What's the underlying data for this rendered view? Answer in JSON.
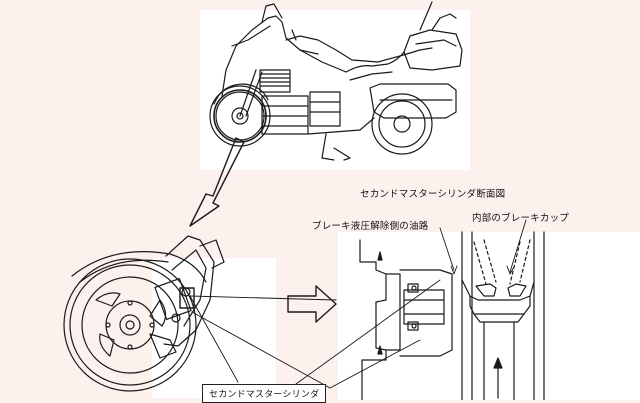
{
  "labels": {
    "section_title": "セカンドマスターシリンダ断面図",
    "hydraulic_path": "ブレーキ液圧解除側の油路",
    "inner_cup": "内部のブレーキカップ",
    "second_master_cylinder": "セカンドマスターシリンダ"
  },
  "colors": {
    "background": "#fdf1ee",
    "panel": "#ffffff",
    "line": "#1a1a1a"
  }
}
